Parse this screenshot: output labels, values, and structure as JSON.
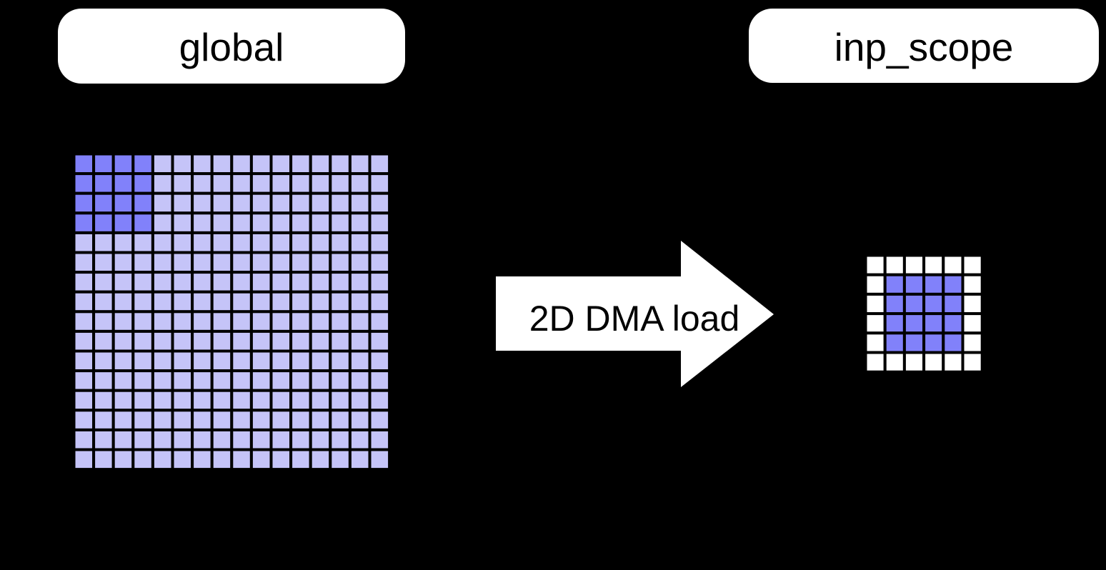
{
  "canvas": {
    "background": "#000000"
  },
  "labels": {
    "global": "global",
    "inp_scope": "inp_scope",
    "label_bg": "#ffffff",
    "label_text_color": "#000000"
  },
  "arrow": {
    "label": "2D DMA load",
    "fill": "#ffffff",
    "text_color": "#000000",
    "direction": "right"
  },
  "grids": {
    "global_grid": {
      "rows": 16,
      "cols": 16,
      "cell_color": "#c5c4f8",
      "highlight_color": "#8181fa",
      "line_color": "#000000",
      "highlight": {
        "row": 0,
        "col": 0,
        "rows": 4,
        "cols": 4
      }
    },
    "inp_scope_grid": {
      "rows": 6,
      "cols": 6,
      "cell_color": "#ffffff",
      "highlight_color": "#8181fa",
      "line_color": "#000000",
      "highlight": {
        "row": 1,
        "col": 1,
        "rows": 4,
        "cols": 4
      }
    }
  }
}
